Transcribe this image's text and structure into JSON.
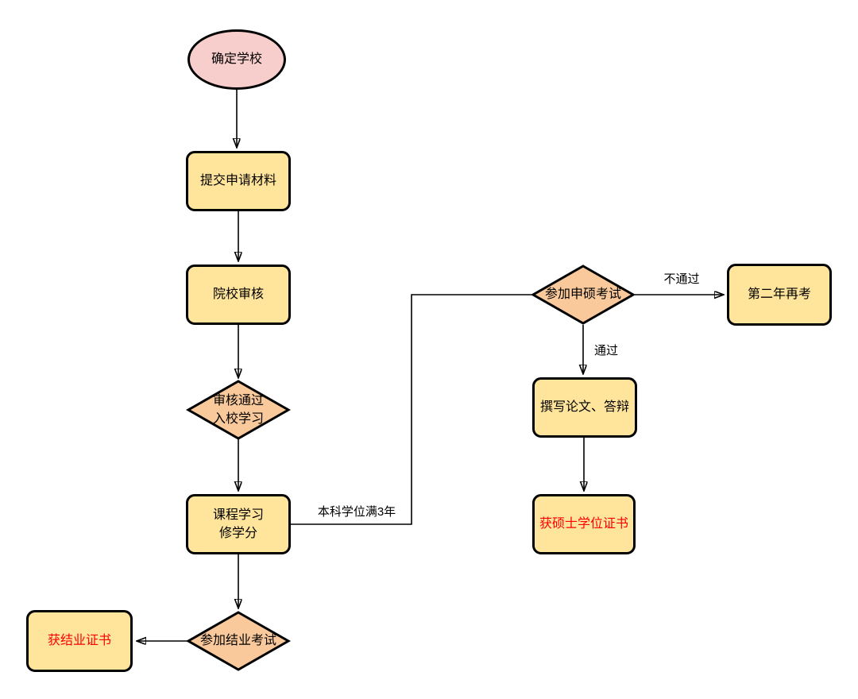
{
  "diagram": {
    "colors": {
      "terminal_fill": "#f8cecc",
      "process_fill": "#ffe49c",
      "decision_fill": "#f9c99b",
      "stroke": "#000000",
      "cert_text": "#ff0000",
      "default_text": "#000000",
      "background": "#ffffff"
    },
    "nodes": {
      "start": {
        "label": "确定学校",
        "type": "ellipse"
      },
      "submit": {
        "label": "提交申请材料",
        "type": "process"
      },
      "review": {
        "label": "院校审核",
        "type": "process"
      },
      "pass_enter": {
        "label": "审核通过\n入校学习",
        "type": "decision"
      },
      "course": {
        "label": "课程学习\n修学分",
        "type": "process"
      },
      "final_exam": {
        "label": "参加结业考试",
        "type": "decision"
      },
      "completion_cert": {
        "label": "获结业证书",
        "type": "process",
        "text_color": "#ff0000"
      },
      "master_exam": {
        "label": "参加申硕考试",
        "type": "decision"
      },
      "retake": {
        "label": "第二年再考",
        "type": "process"
      },
      "thesis": {
        "label": "撰写论文、答辩",
        "type": "process"
      },
      "master_cert": {
        "label": "获硕士学位证书",
        "type": "process",
        "text_color": "#ff0000"
      }
    },
    "edge_labels": {
      "bachelor_3y": "本科学位满3年",
      "fail": "不通过",
      "pass": "通过"
    }
  }
}
